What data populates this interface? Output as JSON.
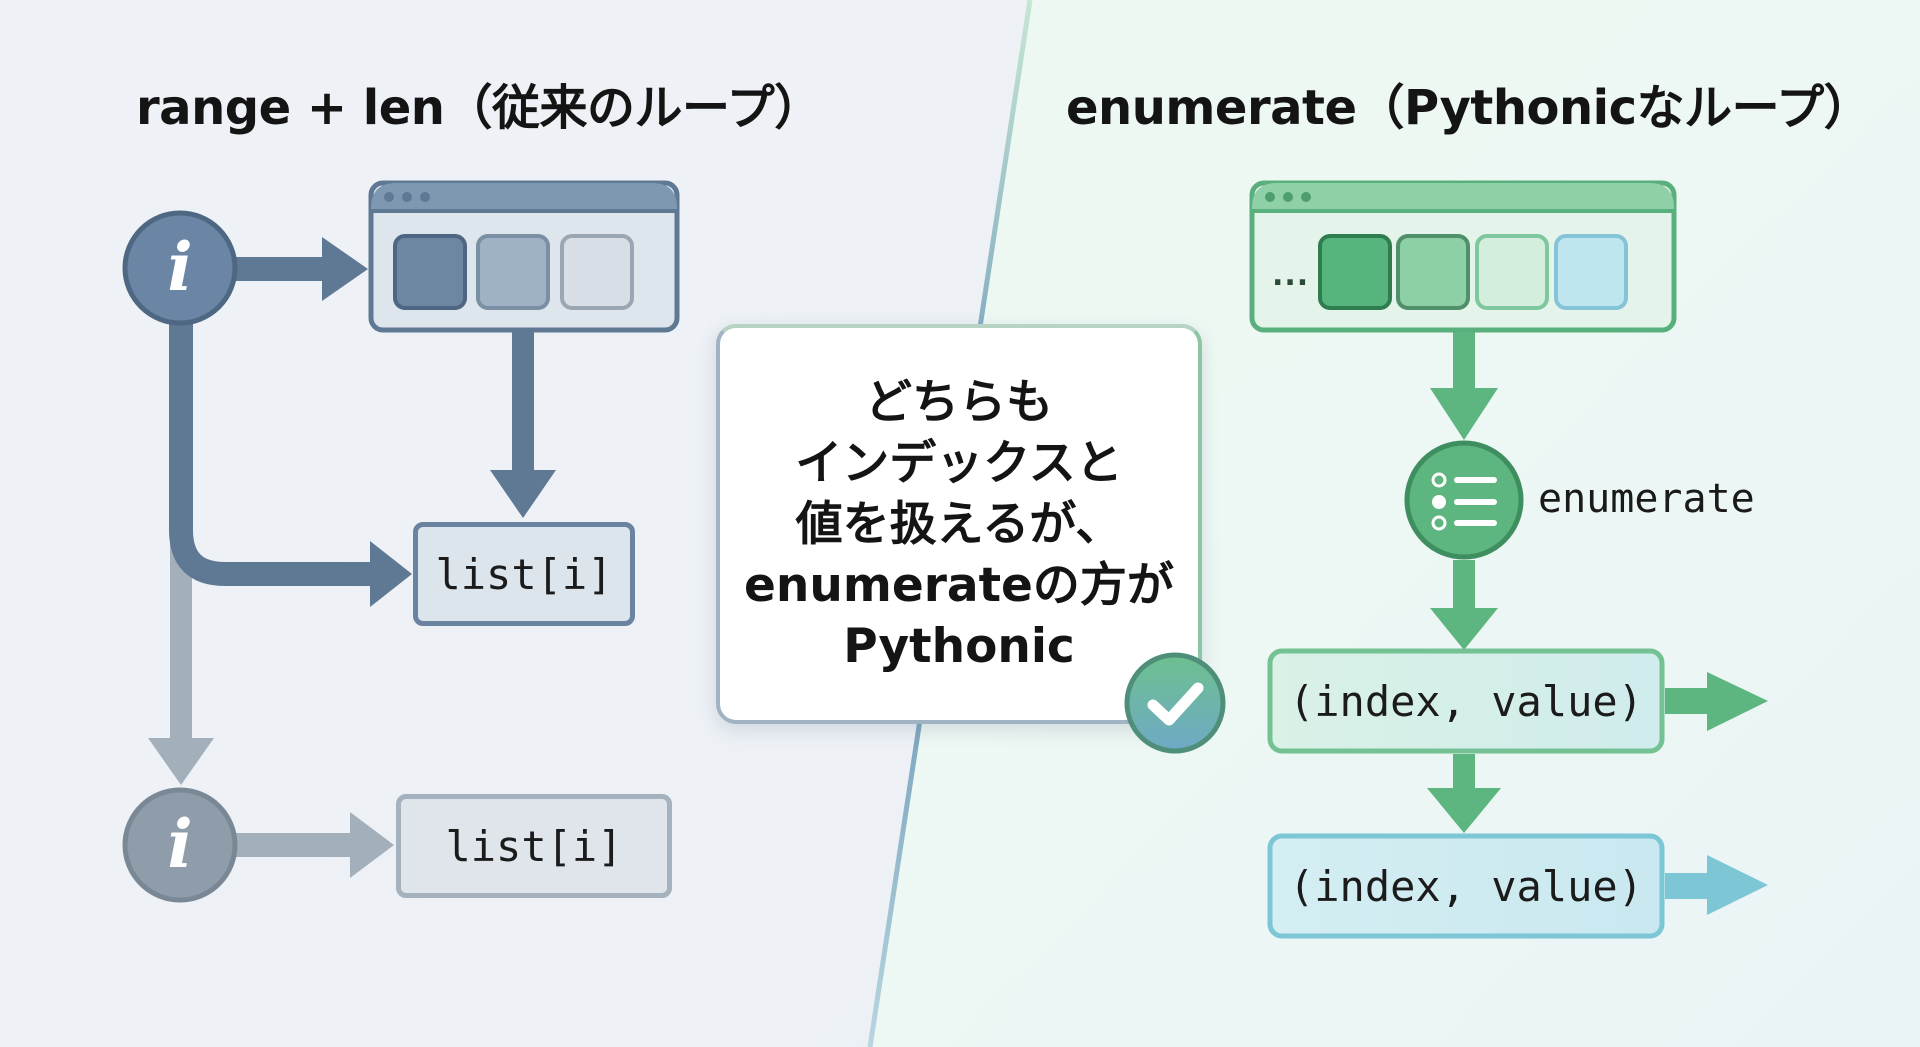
{
  "left_panel": {
    "title": "range + len（従来のループ）",
    "index_symbol": "i",
    "list_item_1": "list[i]",
    "list_item_2": "list[i]",
    "colors": {
      "primary": "#5b7591",
      "faded": "#9aa8b4",
      "box_fill": "#dde5ec"
    }
  },
  "right_panel": {
    "title": "enumerate（Pythonicなループ）",
    "ellipsis": "...",
    "enumerate_label": "enumerate",
    "tuple_1": "(index, value)",
    "tuple_2": "(index, value)",
    "colors": {
      "primary": "#5bb37e",
      "accent_blue": "#7cc6d6",
      "box_fill": "#dff3e8"
    }
  },
  "center_card": {
    "lines": [
      "どちらも",
      "インデックスと",
      "値を扱えるが、",
      "enumerateの方が",
      "Pythonic"
    ],
    "badge_icon": "check-icon"
  }
}
